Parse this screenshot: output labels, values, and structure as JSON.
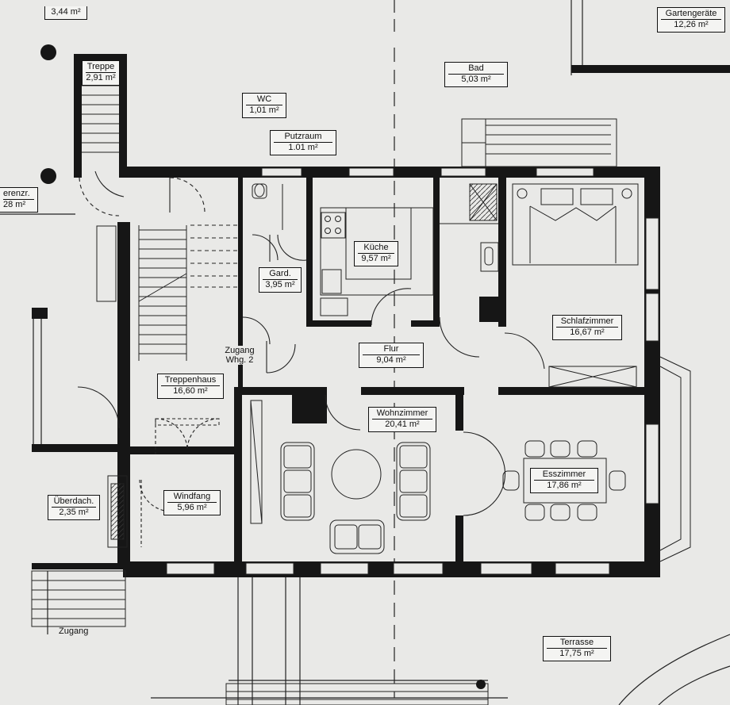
{
  "rooms": {
    "top_left": {
      "name": "",
      "area": "3,44 m²"
    },
    "gartengeraete": {
      "name": "Gartengeräte",
      "area": "12,26 m²"
    },
    "treppe": {
      "name": "Treppe",
      "area": "2,91 m²"
    },
    "bad": {
      "name": "Bad",
      "area": "5,03 m²"
    },
    "wc": {
      "name": "WC",
      "area": "1,01 m²"
    },
    "putzraum": {
      "name": "Putzraum",
      "area": "1.01 m²"
    },
    "gast": {
      "name": "erenzr.",
      "area": "28 m²"
    },
    "kueche": {
      "name": "Küche",
      "area": "9,57 m²"
    },
    "gard": {
      "name": "Gard.",
      "area": "3,95 m²"
    },
    "schlafzimmer": {
      "name": "Schlafzimmer",
      "area": "16,67 m²"
    },
    "flur": {
      "name": "Flur",
      "area": "9,04 m²"
    },
    "treppenhaus": {
      "name": "Treppenhaus",
      "area": "16,60 m²"
    },
    "wohnzimmer": {
      "name": "Wohnzimmer",
      "area": "20,41 m²"
    },
    "esszimmer": {
      "name": "Esszimmer",
      "area": "17,86 m²"
    },
    "windfang": {
      "name": "Windfang",
      "area": "5,96 m²"
    },
    "ueberdach": {
      "name": "Überdach.",
      "area": "2,35 m²"
    },
    "terrasse": {
      "name": "Terrasse",
      "area": "17,75 m²"
    }
  },
  "notes": {
    "zugang_wohnung": "Zugang Whg. 2",
    "zugang": "Zugang"
  },
  "colors": {
    "wall": "#161616",
    "paper": "#e9e9e7",
    "line": "#222222",
    "label_bg": "#f4f4f2"
  }
}
